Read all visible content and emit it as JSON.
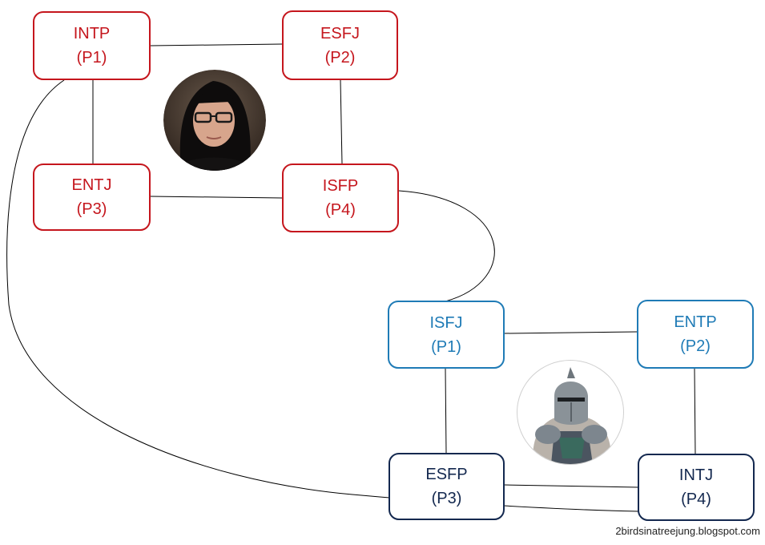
{
  "colors": {
    "group1": "#c5161d",
    "group2_top": "#1f7bb6",
    "group2_bottom": "#13284f"
  },
  "group1": {
    "nodes": [
      {
        "type": "INTP",
        "position": "(P1)"
      },
      {
        "type": "ESFJ",
        "position": "(P2)"
      },
      {
        "type": "ENTJ",
        "position": "(P3)"
      },
      {
        "type": "ISFP",
        "position": "(P4)"
      }
    ],
    "portrait": "woman-with-glasses-photo"
  },
  "group2": {
    "nodes": [
      {
        "type": "ISFJ",
        "position": "(P1)"
      },
      {
        "type": "ENTP",
        "position": "(P2)"
      },
      {
        "type": "ESFP",
        "position": "(P3)"
      },
      {
        "type": "INTJ",
        "position": "(P4)"
      }
    ],
    "portrait": "armored-knight-image"
  },
  "footer": "2birdsinatreejung.blogspot.com"
}
